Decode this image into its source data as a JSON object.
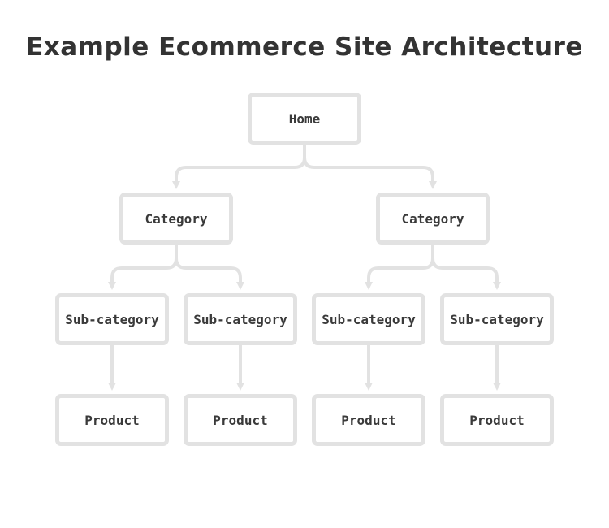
{
  "title": "Example Ecommerce Site Architecture",
  "colors": {
    "box_border": "#e2e2e2",
    "connector": "#e2e2e2",
    "text": "#333333"
  },
  "nodes": {
    "home": "Home",
    "categories": [
      "Category",
      "Category"
    ],
    "subcategories": [
      "Sub-category",
      "Sub-category",
      "Sub-category",
      "Sub-category"
    ],
    "products": [
      "Product",
      "Product",
      "Product",
      "Product"
    ]
  }
}
